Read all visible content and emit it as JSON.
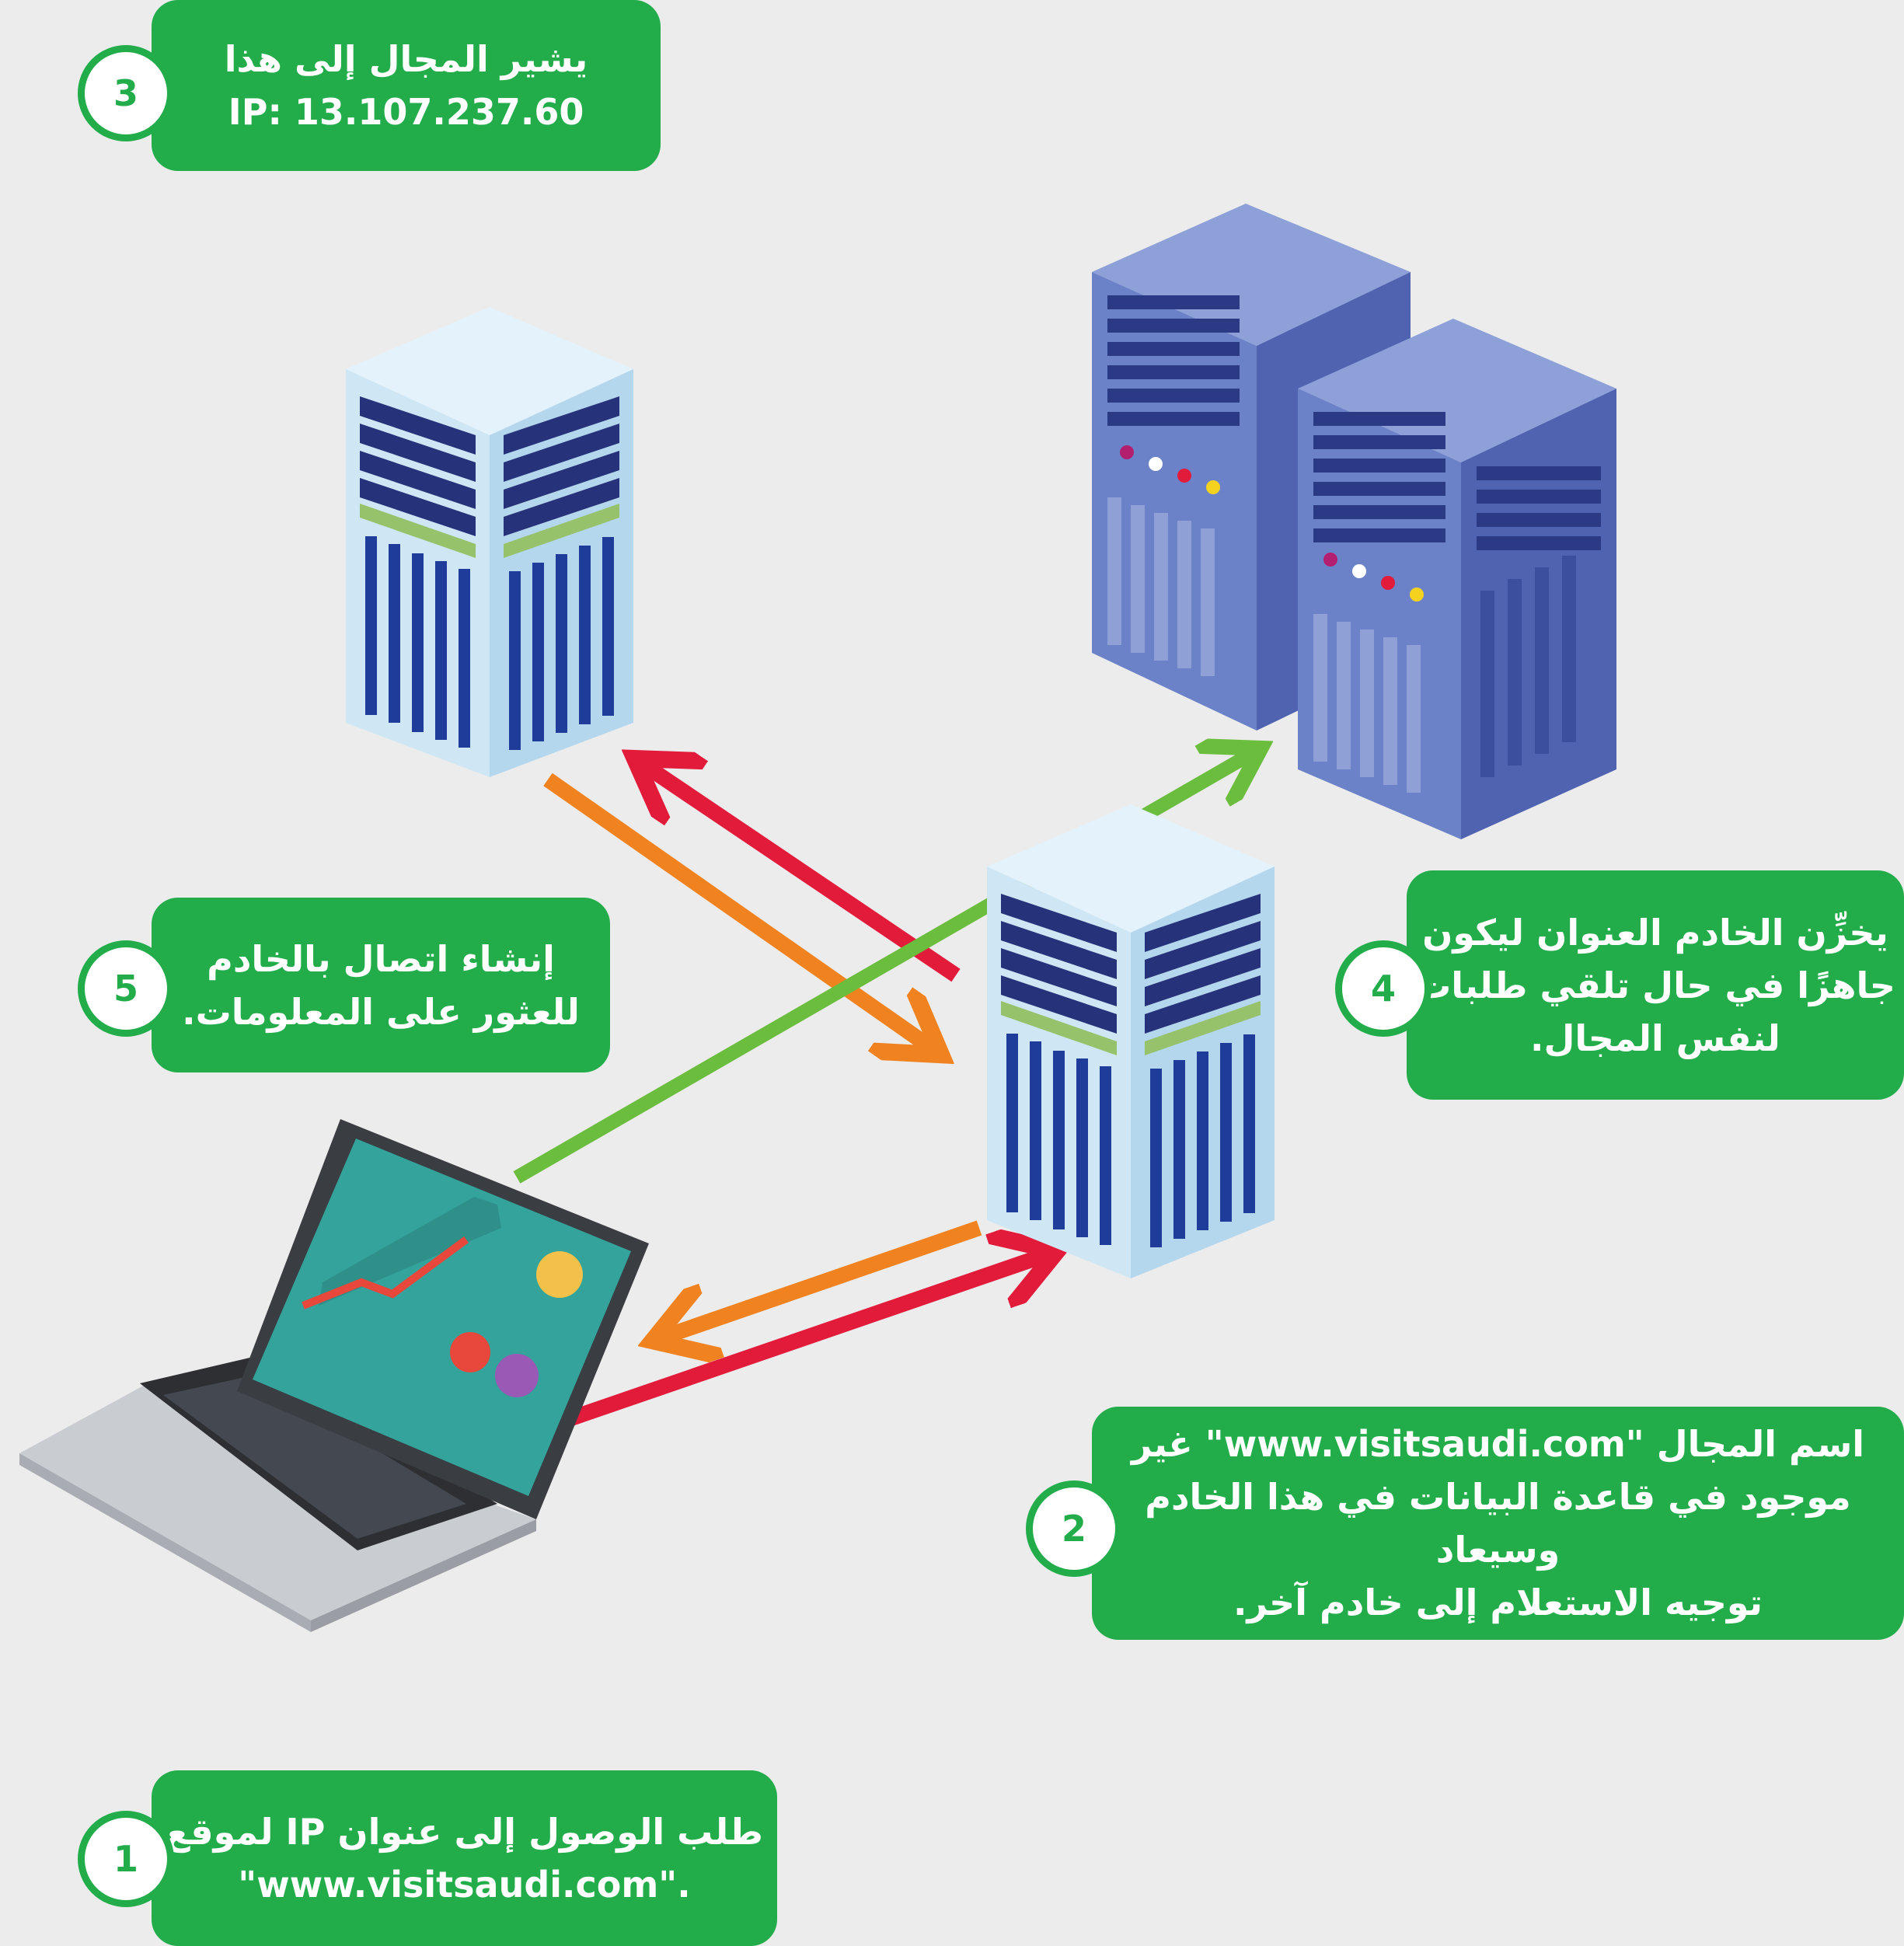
{
  "colors": {
    "background": "#ececec",
    "callout": "#22ad4a",
    "arrow_red": "#e31b3b",
    "arrow_orange": "#f0821f",
    "arrow_green": "#6bbd3d",
    "server_blue": "#5569b8",
    "server_light": "#cfe7f5"
  },
  "steps": [
    {
      "number": "1",
      "text": "طلب الوصول إلى عنوان IP لموقع\n.\"www.visitsaudi.com\""
    },
    {
      "number": "2",
      "text": "اسم المجال \"www.visitsaudi.com\" غير\nموجود في قاعدة البيانات في هذا الخادم وسيعاد\nتوجيه الاستعلام إلى خادم آخر."
    },
    {
      "number": "3",
      "text": "يشير المجال إلى هذا\nIP: 13.107.237.60"
    },
    {
      "number": "4",
      "text": "يخزِّن الخادم العنوان ليكون\nجاهزًا في حال تلقي طلبات\nلنفس المجال."
    },
    {
      "number": "5",
      "text": "إنشاء اتصال بالخادم\nللعثور على المعلومات."
    }
  ],
  "icons": {
    "laptop": "laptop-with-chart-icon",
    "dns_server": "server-tower-icon",
    "root_server": "server-tower-icon",
    "storage_servers": "server-rack-pair-icon"
  }
}
